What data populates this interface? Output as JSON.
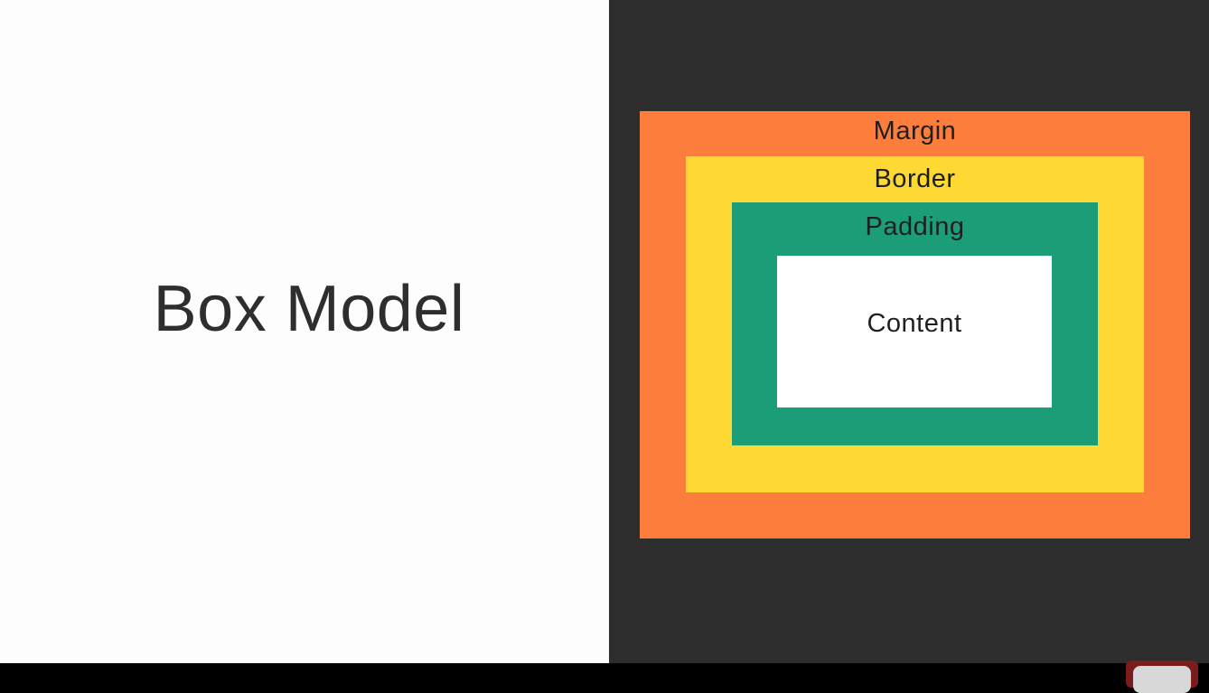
{
  "slide": {
    "title": "Box Model"
  },
  "diagram": {
    "layers": [
      {
        "label": "Margin",
        "color": "#fd7d3c"
      },
      {
        "label": "Border",
        "color": "#ffd933"
      },
      {
        "label": "Padding",
        "color": "#1b9e77"
      },
      {
        "label": "Content",
        "color": "#ffffff"
      }
    ],
    "background": "#2d2d2d"
  },
  "player": {
    "logo_icon": "youtube-logo-icon"
  }
}
